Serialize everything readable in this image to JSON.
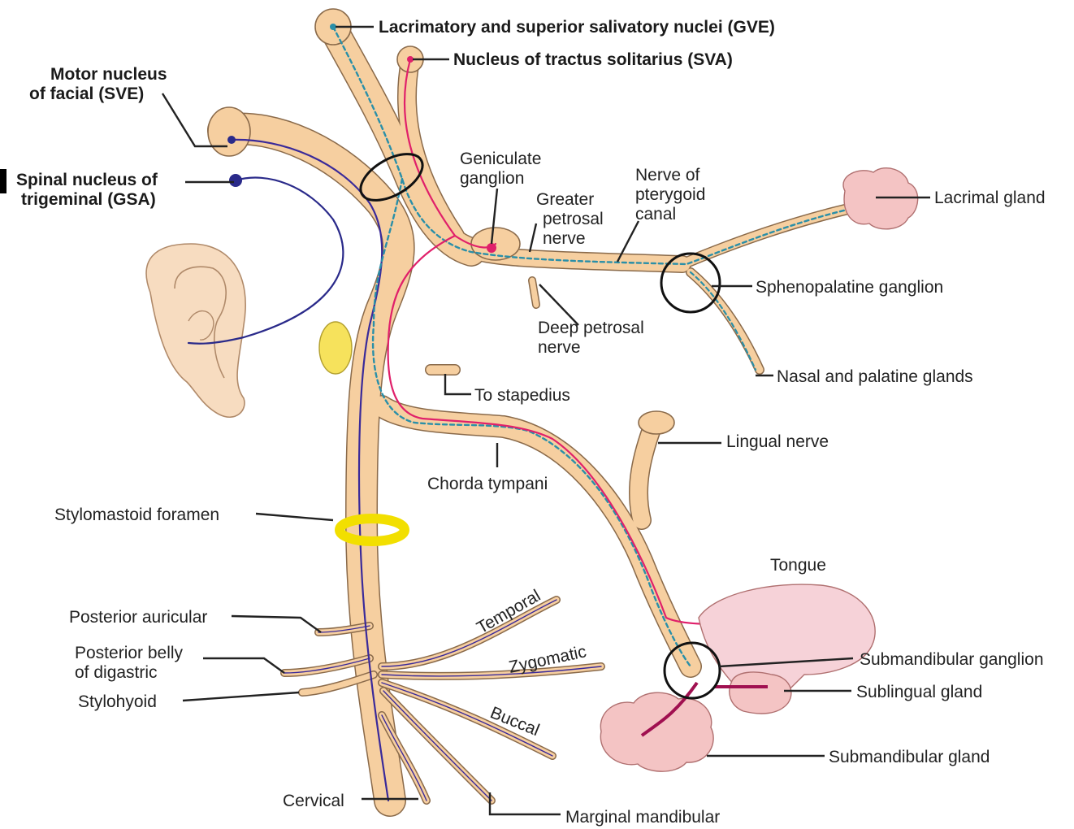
{
  "labels": {
    "lacrimatory_nuclei": "Lacrimatory and superior salivatory nuclei (GVE)",
    "tractus_solitarius": "Nucleus of tractus solitarius (SVA)",
    "motor_nucleus_line1": "Motor nucleus",
    "motor_nucleus_line2": "of facial (SVE)",
    "spinal_nucleus_line1": "Spinal nucleus of",
    "spinal_nucleus_line2": "trigeminal (GSA)",
    "geniculate_line1": "Geniculate",
    "geniculate_line2": "ganglion",
    "greater_petrosal_line1": "Greater",
    "greater_petrosal_line2": "petrosal",
    "greater_petrosal_line3": "nerve",
    "pterygoid_line1": "Nerve of",
    "pterygoid_line2": "pterygoid",
    "pterygoid_line3": "canal",
    "lacrimal_gland": "Lacrimal gland",
    "sphenopalatine": "Sphenopalatine ganglion",
    "deep_petrosal_line1": "Deep petrosal",
    "deep_petrosal_line2": "nerve",
    "nasal_palatine": "Nasal and palatine glands",
    "stapedius": "To stapedius",
    "lingual_nerve": "Lingual nerve",
    "chorda_tympani": "Chorda tympani",
    "stylomastoid": "Stylomastoid foramen",
    "tongue": "Tongue",
    "posterior_auricular": "Posterior auricular",
    "posterior_belly_line1": "Posterior belly",
    "posterior_belly_line2": "of digastric",
    "stylohyoid": "Stylohyoid",
    "temporal": "Temporal",
    "zygomatic": "Zygomatic",
    "buccal": "Buccal",
    "submandibular_ganglion": "Submandibular ganglion",
    "sublingual_gland": "Sublingual gland",
    "submandibular_gland": "Submandibular gland",
    "cervical": "Cervical",
    "marginal_mandibular": "Marginal mandibular"
  },
  "colors": {
    "nerve_fill": "#f6cfa0",
    "nerve_outline": "#8a6a4a",
    "gve_fibers": "#2a8fa8",
    "sva_fibers": "#e0206a",
    "sve_fibers": "#3a2a9a",
    "gsa_fibers": "#2a2a8a",
    "foramen_ring": "#f2df00",
    "gland_pink": "#f4c4c4",
    "ear": "#f7dcc0",
    "leader": "#222222"
  }
}
